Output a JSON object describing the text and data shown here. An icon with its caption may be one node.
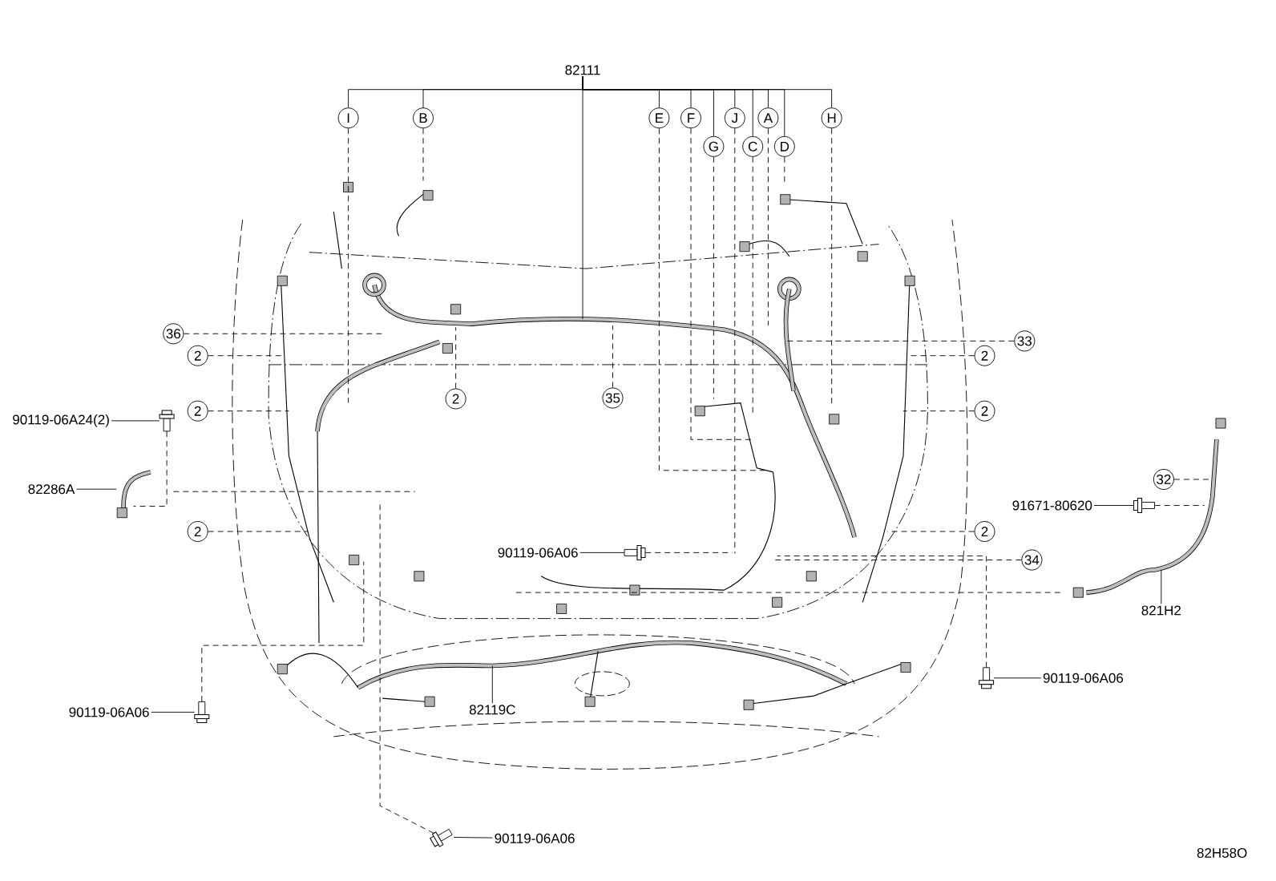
{
  "diagram": {
    "nodes": [
      {
        "text": [
          "82111"
        ]
      },
      {
        "text": [
          "I"
        ]
      },
      {
        "text": [
          "B"
        ]
      },
      {
        "text": [
          "E"
        ]
      },
      {
        "text": [
          "F"
        ]
      },
      {
        "text": [
          "J"
        ]
      },
      {
        "text": [
          "A"
        ]
      },
      {
        "text": [
          "H"
        ]
      },
      {
        "text": [
          "G"
        ]
      },
      {
        "text": [
          "C"
        ]
      },
      {
        "text": [
          "D"
        ]
      },
      {
        "text": [
          "36"
        ]
      },
      {
        "text": [
          "2"
        ]
      },
      {
        "text": [
          "33"
        ]
      },
      {
        "text": [
          "2"
        ]
      },
      {
        "text": [
          "2"
        ]
      },
      {
        "text": [
          "35"
        ]
      },
      {
        "text": [
          "2"
        ]
      },
      {
        "text": [
          "2"
        ]
      },
      {
        "text": [
          "90119-06A24(2)"
        ]
      },
      {
        "text": [
          "32"
        ]
      },
      {
        "text": [
          "82286A"
        ]
      },
      {
        "text": [
          "91671-80620"
        ]
      },
      {
        "text": [
          "2"
        ]
      },
      {
        "text": [
          "2"
        ]
      },
      {
        "text": [
          "90119-06A06"
        ]
      },
      {
        "text": [
          "34"
        ]
      },
      {
        "text": [
          "821H2"
        ]
      },
      {
        "text": [
          "90119-06A06"
        ]
      },
      {
        "text": [
          "82119C"
        ]
      },
      {
        "text": [
          "90119-06A06"
        ]
      },
      {
        "text": [
          "90119-06A06"
        ]
      },
      {
        "text": [],
        "shape": "picture"
      },
      {
        "text": [],
        "shape": "picture"
      },
      {
        "text": [],
        "shape": "picture"
      },
      {
        "text": [],
        "shape": "picture"
      },
      {
        "text": [],
        "shape": "picture"
      },
      {
        "text": [],
        "shape": "picture"
      }
    ],
    "edges": [
      {
        "from": 0,
        "to": null,
        "arrow": "none"
      },
      {
        "from": 0,
        "to": 1,
        "arrow": "none"
      },
      {
        "from": 0,
        "to": 2,
        "arrow": "none"
      },
      {
        "from": 0,
        "to": 3,
        "arrow": "none"
      },
      {
        "from": 0,
        "to": 4,
        "arrow": "none"
      },
      {
        "from": 0,
        "to": 5,
        "arrow": "none"
      },
      {
        "from": 0,
        "to": 6,
        "arrow": "none"
      },
      {
        "from": 0,
        "to": 7,
        "arrow": "none"
      },
      {
        "from": 0,
        "to": 8,
        "arrow": "none"
      },
      {
        "from": 0,
        "to": 9,
        "arrow": "none"
      },
      {
        "from": 0,
        "to": 10,
        "arrow": "none"
      },
      {
        "from": 1,
        "to": null,
        "arrow": "none",
        "style": "dashed"
      },
      {
        "from": 2,
        "to": null,
        "arrow": "none",
        "style": "dashed"
      },
      {
        "from": 3,
        "to": null,
        "arrow": "none",
        "style": "dashed"
      },
      {
        "from": 4,
        "to": null,
        "arrow": "none",
        "style": "dashed"
      },
      {
        "from": 5,
        "to": null,
        "arrow": "none",
        "style": "dashed"
      },
      {
        "from": 6,
        "to": null,
        "arrow": "none",
        "style": "dashed"
      },
      {
        "from": 7,
        "to": null,
        "arrow": "none",
        "style": "dashed"
      },
      {
        "from": 8,
        "to": null,
        "arrow": "none",
        "style": "dashed"
      },
      {
        "from": 9,
        "to": null,
        "arrow": "none",
        "style": "dashed"
      },
      {
        "from": 10,
        "to": null,
        "arrow": "none",
        "style": "dashed"
      },
      {
        "from": 11,
        "to": null,
        "arrow": "none",
        "style": "dashed"
      },
      {
        "from": 12,
        "to": null,
        "arrow": "none",
        "style": "dashed"
      },
      {
        "from": 13,
        "to": null,
        "arrow": "none",
        "style": "dashed"
      },
      {
        "from": 14,
        "to": null,
        "arrow": "none",
        "style": "dashed"
      },
      {
        "from": 15,
        "to": null,
        "arrow": "none",
        "style": "dashed"
      },
      {
        "from": 16,
        "to": null,
        "arrow": "none",
        "style": "dashed"
      },
      {
        "from": 17,
        "to": null,
        "arrow": "none",
        "style": "dashed"
      },
      {
        "from": 18,
        "to": null,
        "arrow": "none",
        "style": "dashed"
      },
      {
        "from": 19,
        "to": 32,
        "arrow": "none"
      },
      {
        "from": 20,
        "to": null,
        "arrow": "none",
        "style": "dashed"
      },
      {
        "from": 21,
        "to": null,
        "arrow": "none"
      },
      {
        "from": 22,
        "to": 33,
        "arrow": "none"
      },
      {
        "from": 23,
        "to": null,
        "arrow": "none",
        "style": "dashed"
      },
      {
        "from": 24,
        "to": null,
        "arrow": "none",
        "style": "dashed"
      },
      {
        "from": 25,
        "to": 34,
        "arrow": "none"
      },
      {
        "from": 26,
        "to": null,
        "arrow": "none",
        "style": "dashed"
      },
      {
        "from": 27,
        "to": null,
        "arrow": "none"
      },
      {
        "from": 28,
        "to": 35,
        "arrow": "none"
      },
      {
        "from": 29,
        "to": null,
        "arrow": "none"
      },
      {
        "from": 30,
        "to": 36,
        "arrow": "none"
      },
      {
        "from": 31,
        "to": 37,
        "arrow": "none"
      },
      {
        "from": 32,
        "to": null,
        "arrow": "none",
        "style": "dashed"
      },
      {
        "from": 33,
        "to": null,
        "arrow": "none",
        "style": "dashed"
      },
      {
        "from": 34,
        "to": null,
        "arrow": "none",
        "style": "dashed"
      },
      {
        "from": 35,
        "to": null,
        "arrow": "none",
        "style": "dashed"
      },
      {
        "from": 36,
        "to": null,
        "arrow": "none",
        "style": "dashed"
      },
      {
        "from": 37,
        "to": null,
        "arrow": "none",
        "style": "dashed"
      }
    ],
    "labels": [
      "82H58O"
    ]
  }
}
